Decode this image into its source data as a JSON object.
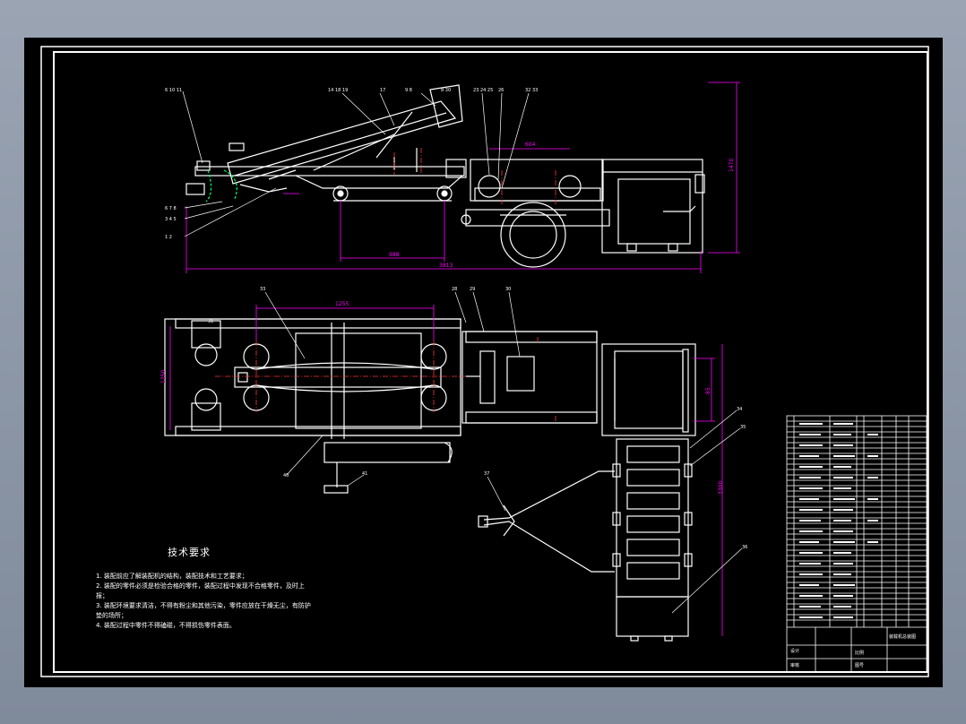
{
  "drawing": {
    "colors": {
      "background": "#000000",
      "line": "#ffffff",
      "dimension": "#ff00ff",
      "centerline": "#ff3333",
      "accent": "#00ff66",
      "frame": "#ffffff"
    },
    "dimensions": {
      "total_length": "3813",
      "height": "1470",
      "wheelbase": "988",
      "cart_spacing": "604",
      "plan_top": "1255",
      "plan_left": "1250",
      "side_right": "3300",
      "small_right": "85"
    },
    "callouts": {
      "c_6_10_11": "6 10 11",
      "c_14_18_19": "14 18 19",
      "c_17": "17",
      "c_9_8": "9 8",
      "c_8_30": "8 30",
      "c_23_24_25": "23 24 25",
      "c_26": "26",
      "c_32_33": "32 33",
      "c_6_7_8": "6 7 8",
      "c_3_4_5": "3 4 5",
      "c_1_2": "1 2",
      "c_33": "33",
      "c_28": "28",
      "c_29": "29",
      "c_30b": "30",
      "c_31": "31",
      "c_34": "34",
      "c_35": "35",
      "c_36": "36",
      "c_37": "37",
      "c_40": "40",
      "c_41": "41"
    },
    "tech_requirements": {
      "title": "技术要求",
      "items": [
        "1. 装配前应了解装配机的结构，装配技术和工艺要求；",
        "2. 装配的零件必须是检验合格的零件，装配过程中发现不合格零件，及时上报；",
        "3. 装配环境要求清洁，不得有粉尘和其他污染，零件应放在干燥无尘，有防护垫的场所；",
        "4. 装配过程中零件不得磕碰，不得损伤零件表面。"
      ]
    },
    "title_block": {
      "drawing_name": "装载机总装图",
      "label_scale": "比例",
      "label_design": "设计",
      "label_check": "审核",
      "label_drawing_no": "图号"
    }
  }
}
